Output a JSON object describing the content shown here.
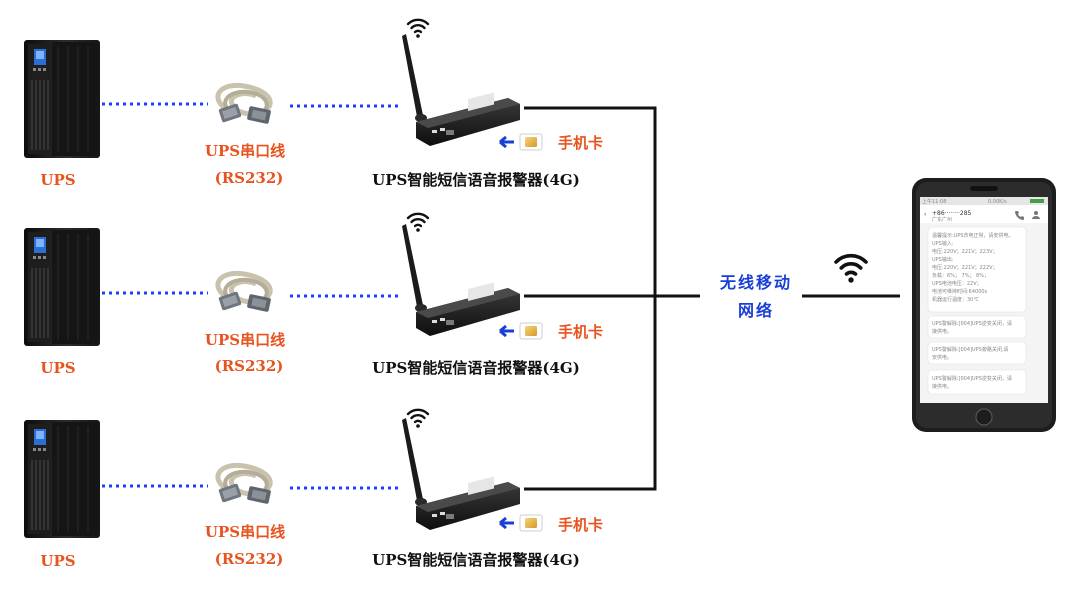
{
  "rows": [
    {
      "ups_label": "UPS",
      "cable_label": "UPS串口线",
      "cable_sub": "(RS232)",
      "device_label": "UPS智能短信语音报警器(4G)",
      "sim_label": "手机卡"
    },
    {
      "ups_label": "UPS",
      "cable_label": "UPS串口线",
      "cable_sub": "(RS232)",
      "device_label": "UPS智能短信语音报警器(4G)",
      "sim_label": "手机卡"
    },
    {
      "ups_label": "UPS",
      "cable_label": "UPS串口线",
      "cable_sub": "(RS232)",
      "device_label": "UPS智能短信语音报警器(4G)",
      "sim_label": "手机卡"
    }
  ],
  "network": {
    "line1": "无线移动",
    "line2": "网络"
  },
  "phone": {
    "status_time": "上午11:08",
    "status_right": "0.00K/s",
    "contact": "+86········285",
    "contact_sub": "广东广州",
    "messages": [
      {
        "lines": [
          "温馨提示:UPS市电正常，请安供电。",
          "UPS输入:",
          "电压:220V；221V；223V；",
          "UPS输出:",
          "电压:220V；221V；222V；",
          "负载：6%； 7%； 8%；",
          "UPS电池电压：22V；",
          "电池可维持时间:64000s",
          "机器运行温度：30℃"
        ]
      },
      {
        "lines": [
          "UPS警解除:[004]UPS逆变关闭，请",
          "接供电。"
        ]
      },
      {
        "lines": [
          "UPS警解除:[004]UPS旁路关闭,请",
          "安供电。"
        ]
      },
      {
        "lines": [
          "UPS警解除:[004]UPS逆变关闭，请",
          "接供电。"
        ]
      }
    ]
  },
  "colors": {
    "orange_text": "#e8531f",
    "blue_text": "#1a3fd6",
    "dotted_line": "#1f3cff",
    "wire": "#111111"
  }
}
